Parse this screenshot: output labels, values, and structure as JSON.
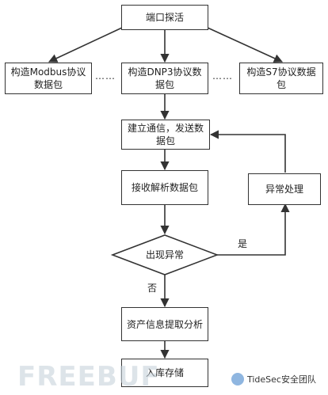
{
  "nodes": {
    "port_probe": "端口探活",
    "modbus": "构造Modbus协议数据包",
    "dnp3": "构造DNP3协议数据包",
    "s7": "构造S7协议数据包",
    "comm": "建立通信，发送数据包",
    "recv": "接收解析数据包",
    "exception": "异常处理",
    "decision": "出现异常",
    "asset": "资产信息提取分析",
    "store": "入库存储"
  },
  "edges": {
    "yes": "是",
    "no": "否"
  },
  "ellipsis": "……",
  "watermark": {
    "logo_text": "FREEBUF",
    "brand_text": "TideSec安全团队"
  },
  "colors": {
    "stroke": "#333333",
    "fill": "#ffffff",
    "watermark": "#c8d3dc"
  }
}
